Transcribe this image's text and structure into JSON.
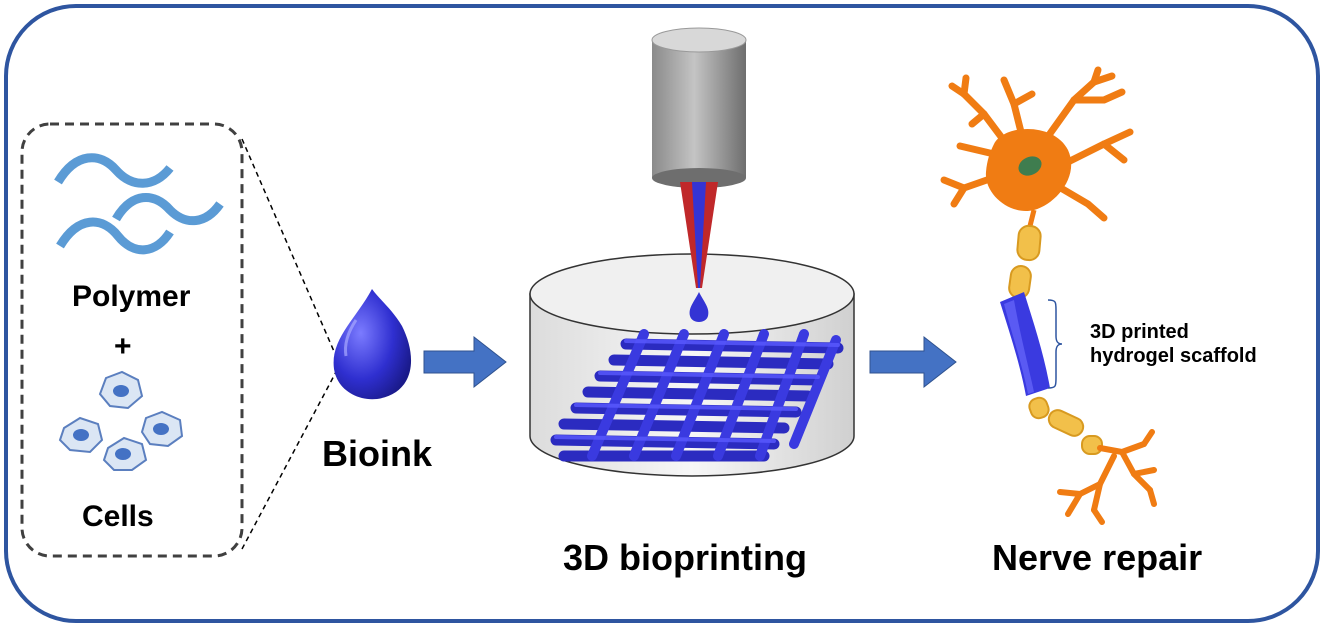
{
  "inset": {
    "polymer_label": "Polymer",
    "plus_label": "+",
    "cells_label": "Cells"
  },
  "bioink_label": "Bioink",
  "printing_label": "3D bioprinting",
  "nerve_label": "Nerve repair",
  "scaffold_annotation": {
    "line1": "3D printed",
    "line2": "hydrogel scaffold"
  },
  "colors": {
    "frame": "#2e55a0",
    "polymer": "#5b9bd5",
    "cell": "#6f8fc4",
    "ink": "#3434d4",
    "arrow": "#4472c4",
    "neuron": "#f07c13",
    "axon_segment": "#f2c04a",
    "nucleus": "#3f7d4f"
  }
}
